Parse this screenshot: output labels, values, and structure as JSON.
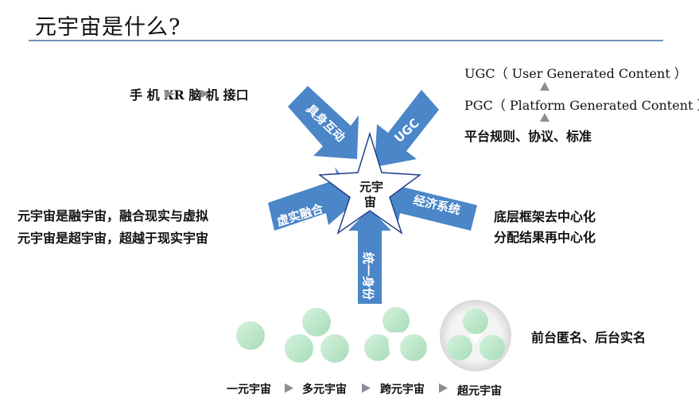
{
  "title": "元宇宙是什么?",
  "left_top_text": "手 机 XR  脑 机 接口",
  "left_mid_text": [
    "元宇宙是融宇宙，融合现实与虚拟",
    "元宇宙是超宇宙，超越于现实宇宙"
  ],
  "right_top_text": [
    "UGC（ User Generated Content ）",
    "PGC（ Platform Generated Content ）",
    "平台规则、协议、标准"
  ],
  "right_mid_text": [
    "底层框架去中心化",
    "分配结果再中心化"
  ],
  "center_label": "元宇宙",
  "arrows": {
    "top_left": "具身互动",
    "top_right": "UGC",
    "left": "虚实融合",
    "right": "经济系统",
    "bottom": "统一身份"
  },
  "anonymity_text": "前台匿名、后台实名",
  "scale_labels": [
    "一元宇宙",
    "多元宇宙",
    "跨元宇宙",
    "超元宇宙"
  ],
  "colors": {
    "arrow_blue": "#4a86c8",
    "bubble_green": "#b9e5c7",
    "rule": "#6f93b8"
  }
}
